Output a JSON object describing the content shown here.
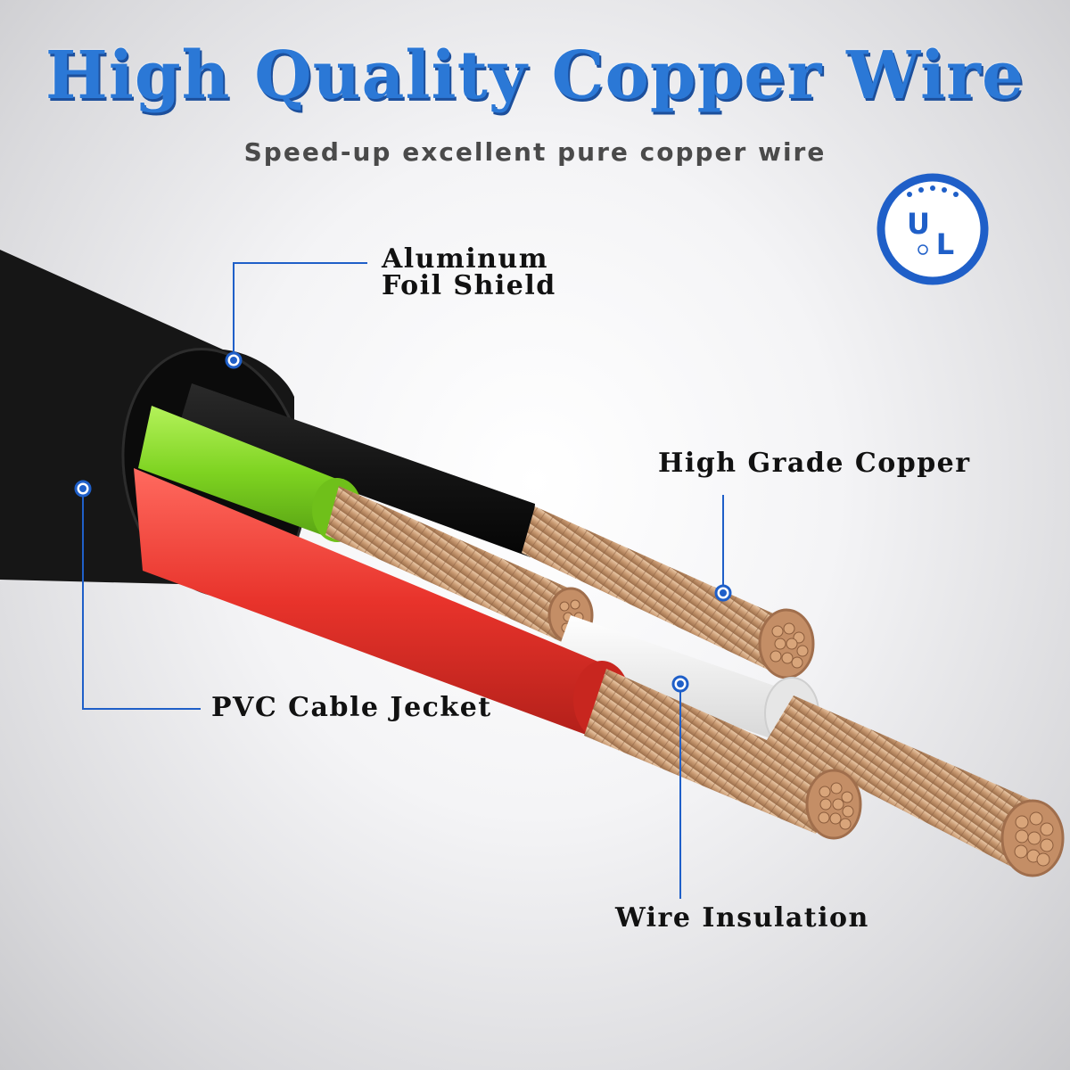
{
  "header": {
    "title": "High Quality Copper Wire",
    "subtitle": "Speed-up excellent pure copper wire"
  },
  "badge": {
    "icon": "ul-certification-icon",
    "text": "UL",
    "color": "#1f5fc8"
  },
  "labels": {
    "aluminum_line1": "Aluminum",
    "aluminum_line2": "Foil Shield",
    "copper": "High Grade Copper",
    "pvc": "PVC Cable Jecket",
    "insulation": "Wire Insulation"
  },
  "colors": {
    "accent": "#1f5fc8",
    "jacket": "#1a1a1a",
    "green_wire": "#7ed321",
    "red_wire": "#e8332b",
    "white_wire": "#f4f4f4",
    "copper": "#c99a72"
  }
}
